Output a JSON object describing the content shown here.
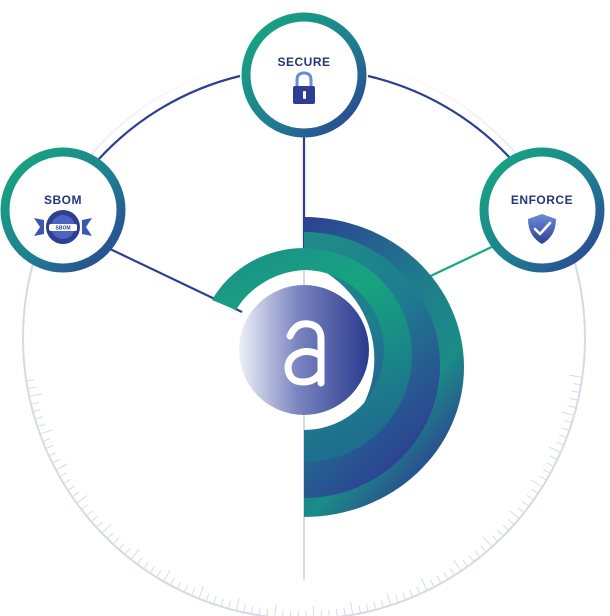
{
  "nodes": {
    "secure": {
      "label": "SECURE",
      "icon": "padlock-icon"
    },
    "sbom": {
      "label": "SBOM",
      "badge_label": "SBOM",
      "icon": "sbom-gear-badge-icon"
    },
    "enforce": {
      "label": "ENFORCE",
      "icon": "shield-check-icon"
    }
  },
  "center": {
    "logo_text": "a",
    "icon": "anchore-logo-icon"
  },
  "colors": {
    "navy": "#2E3F93",
    "teal": "#1B9A85",
    "green": "#15AA7E",
    "label": "#25367A",
    "ring_gray": "#D6D9E6"
  }
}
